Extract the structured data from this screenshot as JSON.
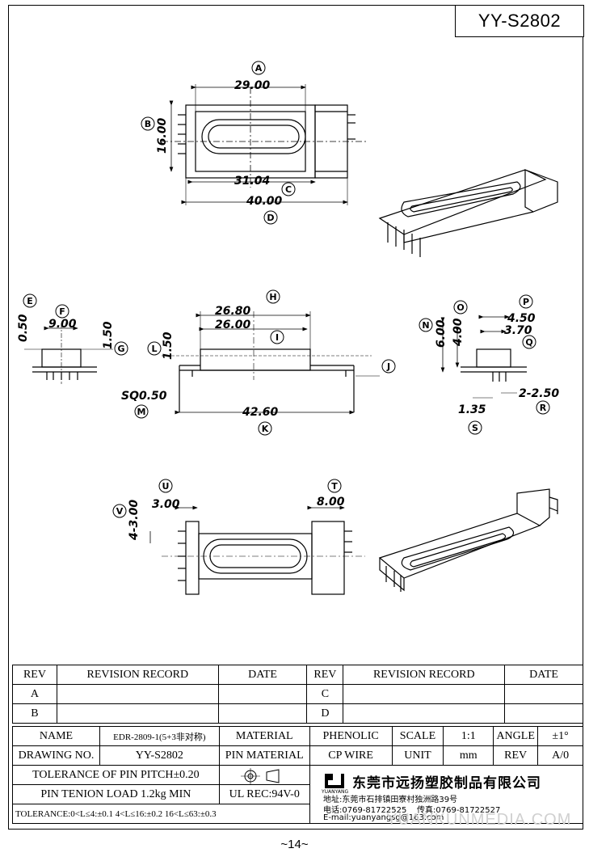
{
  "drawing_code": "YY-S2802",
  "page_number": "~14~",
  "watermark": "YUANKUNMEDIA.COM",
  "dimensions": {
    "A": {
      "letter": "A",
      "value": "29.00"
    },
    "B": {
      "letter": "B",
      "value": "16.00"
    },
    "C": {
      "letter": "C",
      "value": "31.04"
    },
    "D": {
      "letter": "D",
      "value": "40.00"
    },
    "E": {
      "letter": "E",
      "value": "0.50"
    },
    "F": {
      "letter": "F",
      "value": "9.00"
    },
    "G": {
      "letter": "G",
      "value": "1.50"
    },
    "H": {
      "letter": "H",
      "value": "26.80"
    },
    "I": {
      "letter": "I",
      "value": "26.00"
    },
    "J": {
      "letter": "J",
      "value": ""
    },
    "K": {
      "letter": "K",
      "value": "42.60"
    },
    "L": {
      "letter": "L",
      "value": "1.50"
    },
    "M": {
      "letter": "M",
      "value": "SQ0.50"
    },
    "N": {
      "letter": "N",
      "value": "6.00"
    },
    "O": {
      "letter": "O",
      "value": "4.00"
    },
    "P": {
      "letter": "P",
      "value": "4.50"
    },
    "Q": {
      "letter": "Q",
      "value": "3.70"
    },
    "R": {
      "letter": "R",
      "value": "2-2.50"
    },
    "S": {
      "letter": "S",
      "value": "1.35"
    },
    "T": {
      "letter": "T",
      "value": "8.00"
    },
    "U": {
      "letter": "U",
      "value": "3.00"
    },
    "V": {
      "letter": "V",
      "value": "4-3.00"
    }
  },
  "revision_table": {
    "headers": [
      "REV",
      "REVISION RECORD",
      "DATE",
      "REV",
      "REVISION RECORD",
      "DATE"
    ],
    "rows": [
      [
        "A",
        "",
        "",
        "C",
        "",
        ""
      ],
      [
        "B",
        "",
        "",
        "D",
        "",
        ""
      ]
    ]
  },
  "info_table": {
    "name_label": "NAME",
    "name_value": "EDR-2809-1(5+3非对称)",
    "material_label": "MATERIAL",
    "material_value": "PHENOLIC",
    "scale_label": "SCALE",
    "scale_value": "1:1",
    "angle_label": "ANGLE",
    "angle_value": "±1°",
    "drawing_no_label": "DRAWING NO.",
    "drawing_no_value": "YY-S2802",
    "pin_material_label": "PIN MATERIAL",
    "pin_material_value": "CP WIRE",
    "unit_label": "UNIT",
    "unit_value": "mm",
    "rev_label": "REV",
    "rev_value": "A/0",
    "pitch_tolerance": "TOLERANCE OF PIN PITCH±0.20",
    "pin_tension": "PIN TENION LOAD 1.2kg MIN",
    "ul_rec": "UL REC:94V-0",
    "tolerance": "TOLERANCE:0<L≤4:±0.1  4<L≤16:±0.2  16<L≤63:±0.3"
  },
  "company": {
    "logo_text": "YUANYANG",
    "name": "东莞市远扬塑胶制品有限公司",
    "address": "地址:东莞市石排镇田寮村独洲路39号",
    "phone": "电话:0769-81722525",
    "fax": "传真:0769-81722527",
    "email": "E-mail:yuanyangsg@163.com"
  }
}
